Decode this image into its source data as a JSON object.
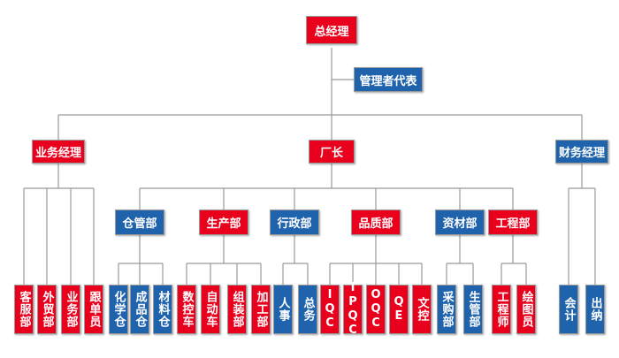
{
  "colors": {
    "red": "#e8001d",
    "blue": "#1f63ad",
    "line": "#9a9a9a"
  },
  "org": {
    "gm": "总经理",
    "rep": "管理者代表",
    "sales_manager": "业务经理",
    "factory_director": "厂长",
    "finance_manager": "财务经理",
    "departments": {
      "warehouse": "仓管部",
      "production": "生产部",
      "admin": "行政部",
      "quality": "品质部",
      "materials": "资材部",
      "engineering": "工程部"
    },
    "sales_units": [
      "客服部",
      "外贸部",
      "业务部",
      "跟单员"
    ],
    "warehouse_units": [
      "化学仓",
      "成品仓",
      "材料仓"
    ],
    "production_units": [
      "数控车",
      "自动车",
      "组装部",
      "加工部"
    ],
    "admin_units": [
      "人事",
      "总务"
    ],
    "quality_units": [
      "IQC",
      "IPQC",
      "OQC",
      "QE",
      "文控"
    ],
    "materials_units": [
      "采购部",
      "生管部"
    ],
    "engineering_units": [
      "工程师",
      "绘图员"
    ],
    "finance_units": [
      "会计",
      "出纳"
    ]
  }
}
